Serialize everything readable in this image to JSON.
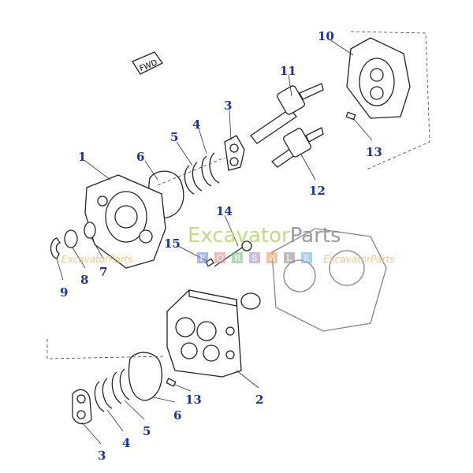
{
  "diagram": {
    "direction_badge": "FWD",
    "callouts": [
      "10",
      "11",
      "3",
      "4",
      "5",
      "6",
      "1",
      "13",
      "12",
      "14",
      "15",
      "9",
      "8",
      "7",
      "2",
      "13",
      "6",
      "5",
      "4",
      "3"
    ],
    "watermark": {
      "brand_part1": "Excavator",
      "brand_part2": "Parts",
      "left_small": "ExcavatorParts",
      "right_small": "ExcavatorParts",
      "for_sale_letters": [
        "F",
        "O",
        "R",
        "S",
        "A",
        "L",
        "E"
      ],
      "letter_colors": [
        "#6f8fd0",
        "#e08a8a",
        "#7fbf7f",
        "#a890c8",
        "#f0a060",
        "#909090",
        "#70b0e0"
      ],
      "brand_color_1": "#b9d66a",
      "brand_color_2": "#8a8a8a"
    },
    "label_color": "#1a2fb0"
  }
}
